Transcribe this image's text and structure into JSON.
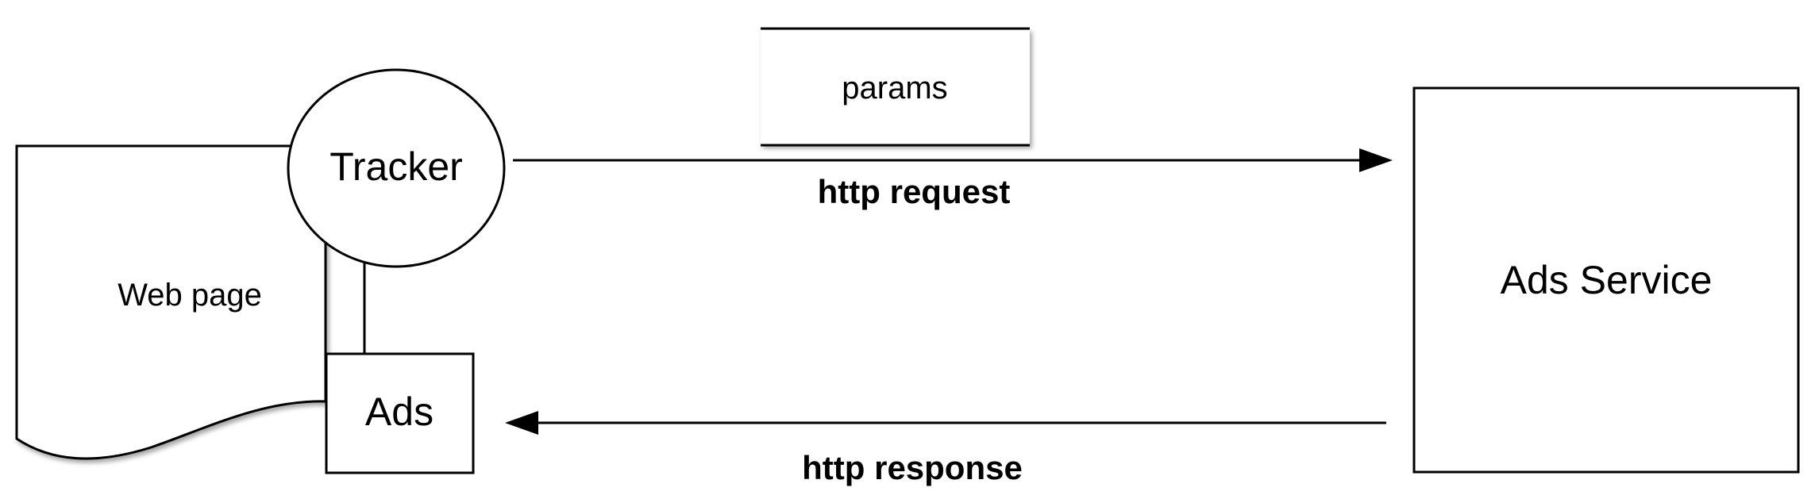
{
  "nodes": {
    "web_page": {
      "label": "Web page"
    },
    "tracker": {
      "label": "Tracker"
    },
    "ads": {
      "label": "Ads"
    },
    "params": {
      "label": "params"
    },
    "ads_service": {
      "label": "Ads Service"
    }
  },
  "edges": {
    "request": {
      "label": "http request"
    },
    "response": {
      "label": "http response"
    }
  },
  "colors": {
    "stroke": "#000000",
    "background": "#ffffff"
  }
}
